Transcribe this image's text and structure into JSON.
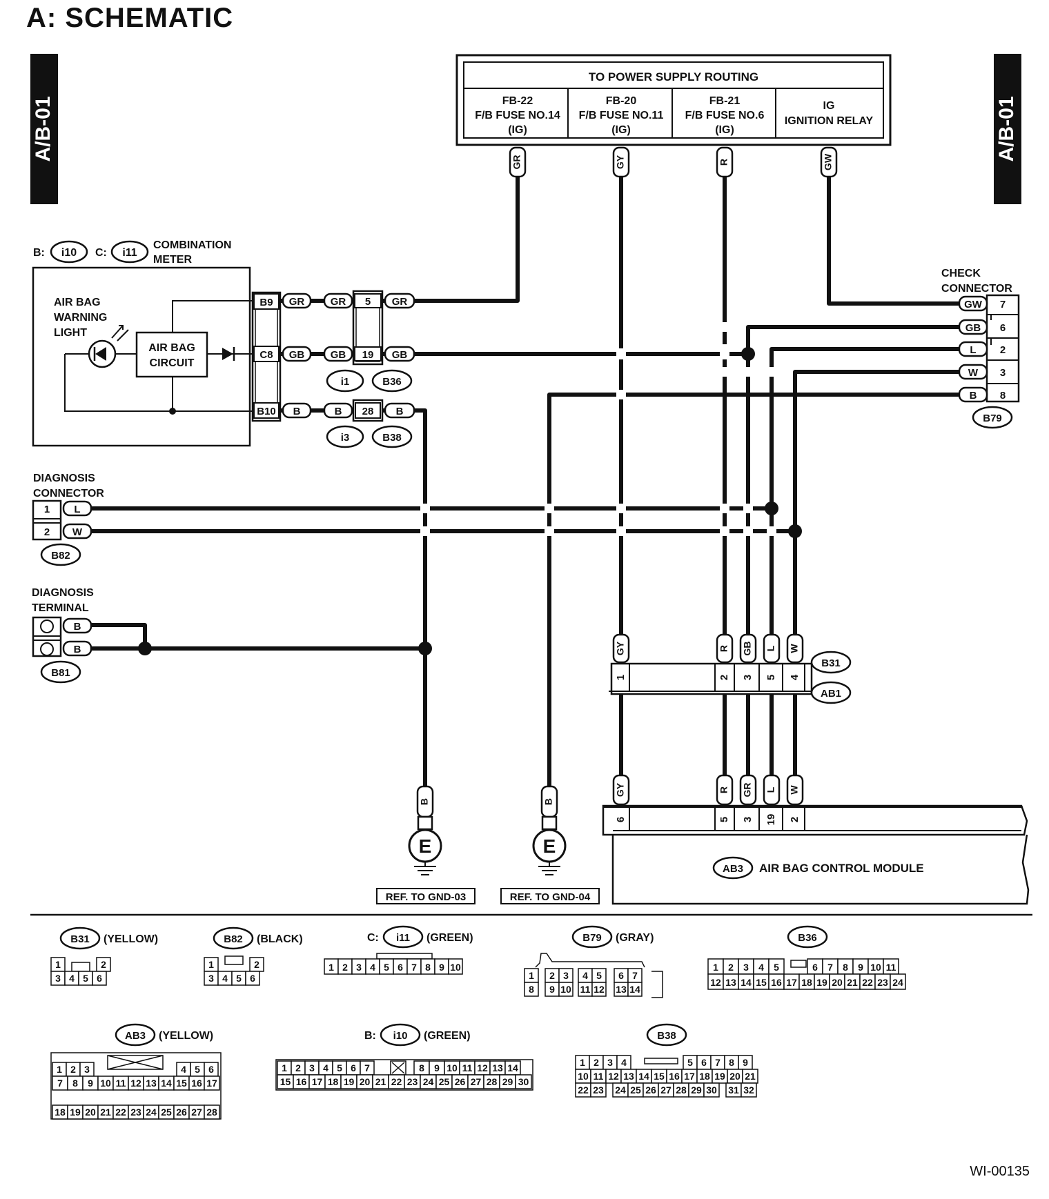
{
  "page_title": "A:  SCHEMATIC",
  "side_tab": "A/B-01",
  "doc_id": "WI-00135",
  "power_supply": {
    "title": "TO POWER SUPPLY ROUTING",
    "cols": [
      {
        "l1": "FB-22",
        "l2": "F/B FUSE NO.14",
        "l3": "(IG)"
      },
      {
        "l1": "FB-20",
        "l2": "F/B FUSE NO.11",
        "l3": "(IG)"
      },
      {
        "l1": "FB-21",
        "l2": "F/B FUSE NO.6",
        "l3": "(IG)"
      },
      {
        "l1": "IG",
        "l2": "IGNITION RELAY",
        "l3": ""
      }
    ],
    "wires": [
      "GR",
      "GY",
      "R",
      "GW"
    ]
  },
  "meter": {
    "prefix_b": "B:",
    "conn_b": "i10",
    "prefix_c": "C:",
    "conn_c": "i11",
    "title_l1": "COMBINATION",
    "title_l2": "METER",
    "light_l1": "AIR BAG",
    "light_l2": "WARNING",
    "light_l3": "LIGHT",
    "circuit_l1": "AIR BAG",
    "circuit_l2": "CIRCUIT",
    "pins": [
      "B9",
      "C8",
      "B10"
    ],
    "wires": [
      "GR",
      "GB",
      "B"
    ],
    "joint_wires": [
      "GR",
      "GB",
      "B"
    ],
    "joint_pins": [
      "5",
      "19",
      "28"
    ],
    "joint_out": [
      "GR",
      "GB",
      "B"
    ],
    "conn_i1": "i1",
    "conn_b36": "B36",
    "conn_i3": "i3",
    "conn_b38": "B38"
  },
  "check_connector": {
    "title_l1": "CHECK",
    "title_l2": "CONNECTOR",
    "wires": [
      "GW",
      "GB",
      "L",
      "W",
      "B"
    ],
    "pins": [
      "7",
      "6",
      "2",
      "3",
      "8"
    ],
    "conn": "B79"
  },
  "diagnosis_connector": {
    "title_l1": "DIAGNOSIS",
    "title_l2": "CONNECTOR",
    "pins": [
      "1",
      "2"
    ],
    "wires": [
      "L",
      "W"
    ],
    "conn": "B82"
  },
  "diagnosis_terminal": {
    "title_l1": "DIAGNOSIS",
    "title_l2": "TERMINAL",
    "wires": [
      "B",
      "B"
    ],
    "conn": "B81"
  },
  "b31_block": {
    "wires": [
      "GY",
      "R",
      "GB",
      "L",
      "W"
    ],
    "pins": [
      "1",
      "2",
      "3",
      "5",
      "4"
    ],
    "conn_top": "B31",
    "conn_bottom": "AB1"
  },
  "module": {
    "wires": [
      "GY",
      "R",
      "GR",
      "L",
      "W"
    ],
    "pins": [
      "6",
      "5",
      "3",
      "19",
      "2"
    ],
    "conn": "AB3",
    "label": "AIR BAG CONTROL MODULE"
  },
  "grounds": [
    {
      "wire": "B",
      "symbol": "E",
      "ref": "REF. TO GND-03"
    },
    {
      "wire": "B",
      "symbol": "E",
      "ref": "REF. TO GND-04"
    }
  ],
  "connector_views": {
    "b31": {
      "name": "B31",
      "color": "(YELLOW)",
      "row1": [
        "1",
        "2"
      ],
      "row2": [
        "3",
        "4",
        "5",
        "6"
      ]
    },
    "b82": {
      "name": "B82",
      "color": "(BLACK)",
      "row1": [
        "1",
        "2"
      ],
      "row2": [
        "3",
        "4",
        "5",
        "6"
      ]
    },
    "i11": {
      "prefix": "C:",
      "name": "i11",
      "color": "(GREEN)",
      "row1": [
        "1",
        "2",
        "3",
        "4",
        "5",
        "6",
        "7",
        "8",
        "9",
        "10"
      ]
    },
    "b79": {
      "name": "B79",
      "color": "(GRAY)",
      "row1": [
        "1",
        "2",
        "3",
        "4",
        "5",
        "6",
        "7"
      ],
      "row2": [
        "8",
        "9",
        "10",
        "11",
        "12",
        "13",
        "14"
      ]
    },
    "b36": {
      "name": "B36",
      "row1": [
        "1",
        "2",
        "3",
        "4",
        "5",
        "6",
        "7",
        "8",
        "9",
        "10",
        "11"
      ],
      "row2": [
        "12",
        "13",
        "14",
        "15",
        "16",
        "17",
        "18",
        "19",
        "20",
        "21",
        "22",
        "23",
        "24"
      ]
    },
    "ab3": {
      "name": "AB3",
      "color": "(YELLOW)",
      "row1": [
        "1",
        "2",
        "3",
        "4",
        "5",
        "6"
      ],
      "row2": [
        "7",
        "8",
        "9",
        "10",
        "11",
        "12",
        "13",
        "14",
        "15",
        "16",
        "17"
      ],
      "row3": [
        "18",
        "19",
        "20",
        "21",
        "22",
        "23",
        "24",
        "25",
        "26",
        "27",
        "28"
      ]
    },
    "i10": {
      "prefix": "B:",
      "name": "i10",
      "color": "(GREEN)",
      "row1": [
        "1",
        "2",
        "3",
        "4",
        "5",
        "6",
        "7",
        "8",
        "9",
        "10",
        "11",
        "12",
        "13",
        "14"
      ],
      "row2": [
        "15",
        "16",
        "17",
        "18",
        "19",
        "20",
        "21",
        "22",
        "23",
        "24",
        "25",
        "26",
        "27",
        "28",
        "29",
        "30"
      ]
    },
    "b38": {
      "name": "B38",
      "row1": [
        "1",
        "2",
        "3",
        "4",
        "5",
        "6",
        "7",
        "8",
        "9"
      ],
      "row2": [
        "10",
        "11",
        "12",
        "13",
        "14",
        "15",
        "16",
        "17",
        "18",
        "19",
        "20",
        "21"
      ],
      "row3": [
        "22",
        "23",
        "24",
        "25",
        "26",
        "27",
        "28",
        "29",
        "30",
        "31",
        "32"
      ]
    }
  }
}
